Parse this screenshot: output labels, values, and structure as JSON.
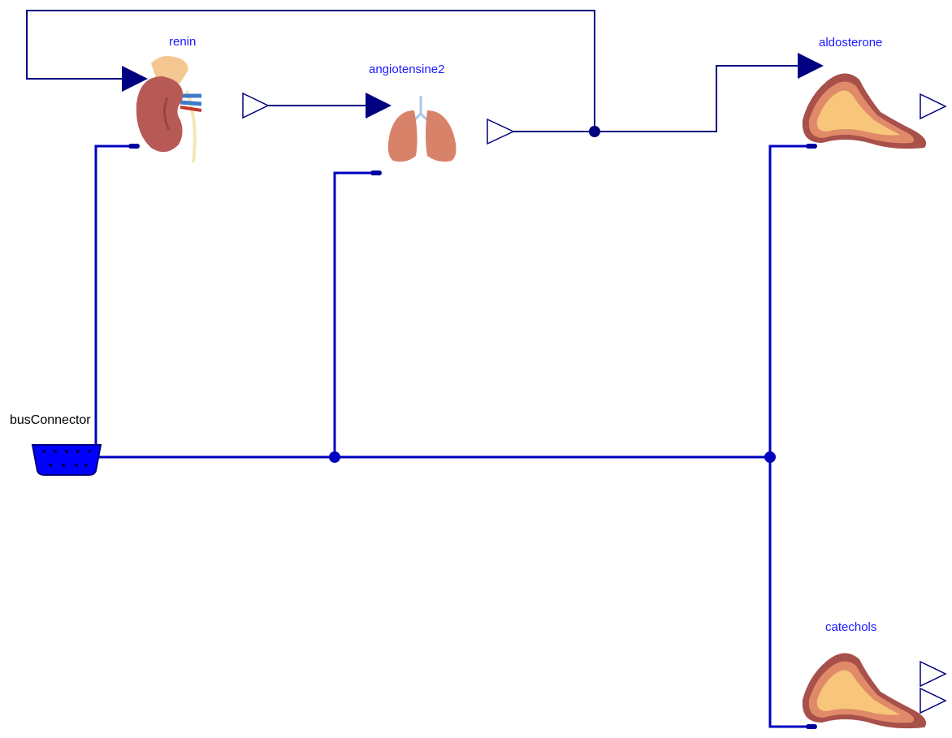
{
  "colors": {
    "signal_line": "#000080",
    "bus_line": "#0000c0",
    "bus_connector_fill": "#0000ff",
    "input_port_fill": "#000080",
    "output_port_fill": "#ffffff",
    "label_component": "#1a1aff",
    "label_bus": "#000000",
    "kidney": "#b75a56",
    "kidney_fat": "#f3c78f",
    "lung": "#d9826a",
    "adrenal_outer": "#a8504a",
    "adrenal_mid": "#e08a6a",
    "adrenal_inner": "#f7c67a"
  },
  "components": {
    "renin": {
      "label": "renin",
      "icon": "kidney-icon"
    },
    "angiotensine2": {
      "label": "angiotensine2",
      "icon": "lungs-icon"
    },
    "aldosterone": {
      "label": "aldosterone",
      "icon": "adrenal-gland-icon"
    },
    "catechols": {
      "label": "catechols",
      "icon": "adrenal-gland-icon"
    },
    "busConnector": {
      "label": "busConnector",
      "icon": "bus-connector-icon"
    }
  }
}
